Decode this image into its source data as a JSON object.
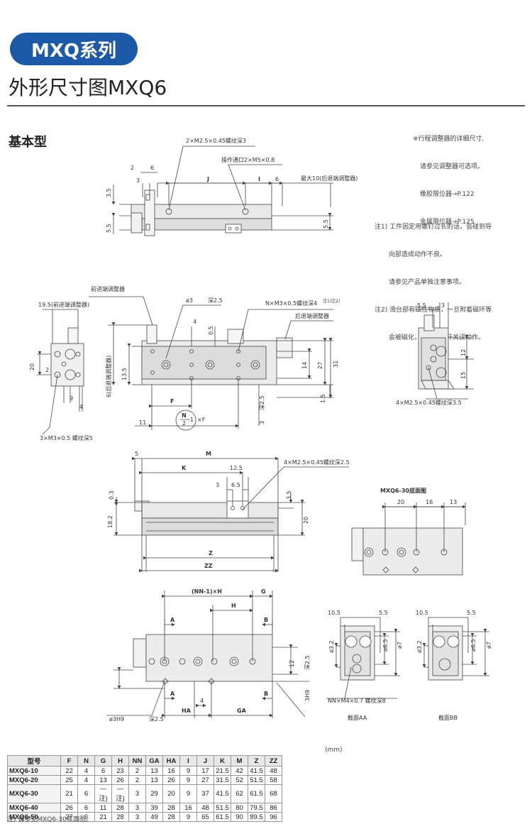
{
  "header": {
    "series": "MXQ系列",
    "title": "外形尺寸图MXQ6"
  },
  "section": "基本型",
  "notes": {
    "top_right": [
      "※行程调整器的详细尺寸,",
      "请参见调整器可选项。",
      "橡胶限位器→P.122",
      "金属限位器→P.125"
    ],
    "side": [
      "注1) 工件固定用螺钉过长的话，会碰到导",
      "向部造成动作不良。",
      "请参见产品单独注意事项。",
      "注2) 滑台部有磁性物质，一旦附着磁环等",
      "会被磁化，引起磁性开关误动作。"
    ]
  },
  "labels": {
    "v1_thread": "2×M2.5×0.45螺纹深3",
    "v1_port": "操作通口2×M5×0.8",
    "v1_max": "最大10(后退端调整器)",
    "v1_2": "2",
    "v1_6": "6",
    "v1_3": "3",
    "v1_J": "J",
    "v1_I": "I",
    "v1_6b": "6",
    "v1_35": "3.5",
    "v1_55": "5.5",
    "v1_55b": "5.5",
    "v2_front_adj": "前进端调整器",
    "v2_195": "19.5(前进端调整器)",
    "v2_o3": "ø3",
    "v2_deep25": "深2.5",
    "v2_nm": "N×M3×0.5螺纹深4",
    "v2_nm_note": "注1)注2)",
    "v2_rear_adj": "后退端调整器",
    "v2_20": "20",
    "v2_2": "2",
    "v2_9": "9",
    "v2_4": "4",
    "v2_4b": "4",
    "v2_05": "0.5",
    "v2_135": "13.5",
    "v2_6adj": "6(后退端调整器)",
    "v2_F": "F",
    "v2_11": "11",
    "v2_formula": "×F",
    "v2_N": "N",
    "v2_2b": "2",
    "v2_minus1": "-1",
    "v2_15": "1.5",
    "v2_14": "14",
    "v2_27": "27",
    "v2_31": "31",
    "v2_3h9": "3",
    "v2_deep25b": "深2.5",
    "v2_m3": "3×M3×0.5 螺纹深5",
    "v3_55": "5.5",
    "v3_3": "3",
    "v3_12": "12",
    "v3_15": "15",
    "v3_thread": "4×M2.5×0.45螺纹深3.5",
    "v4_5": "5",
    "v4_M": "M",
    "v4_K": "K",
    "v4_125": "12.5",
    "v4_3": "3",
    "v4_65": "6.5",
    "v4_thread": "4×M2.5×0.45螺纹深2.5",
    "v4_03": "0.3",
    "v4_182": "18.2",
    "v4_35": "3.5",
    "v4_20": "20",
    "v4_Z": "Z",
    "v4_ZZ": "ZZ",
    "v5_title": "MXQ6-30底面图",
    "v5_20": "20",
    "v5_16": "16",
    "v5_13": "13",
    "v6_nnh": "(NN-1)×H",
    "v6_G": "G",
    "v6_H": "H",
    "v6_A": "A",
    "v6_B": "B",
    "v6_A2": "A",
    "v6_B2": "B",
    "v6_4": "4",
    "v6_HA": "HA",
    "v6_GA": "GA",
    "v6_12": "12",
    "v6_3h9": "3H9",
    "v6_deep25": "深2.5",
    "v6_o3h9": "ø3H9",
    "v6_deep25b": "深2.5",
    "v7_105": "10.5",
    "v7_55": "5.5",
    "v7_o32": "ø3.2",
    "v7_o65": "ø6.5",
    "v7_o7": "ø7",
    "v7_nn": "NN×M4×0.7 螺纹深8",
    "v7_aa": "截面AA",
    "v8_105": "10.5",
    "v8_55": "5.5",
    "v8_o32": "ø3.2",
    "v8_o65": "ø6.5",
    "v8_o7": "ø7",
    "v8_bb": "截面BB"
  },
  "table": {
    "unit": "(mm)",
    "columns": [
      "型号",
      "F",
      "N",
      "G",
      "H",
      "NN",
      "GA",
      "HA",
      "I",
      "J",
      "K",
      "M",
      "Z",
      "ZZ"
    ],
    "rows": [
      [
        "MXQ6-10",
        "22",
        "4",
        "6",
        "23",
        "2",
        "13",
        "16",
        "9",
        "17",
        "21.5",
        "42",
        "41.5",
        "48"
      ],
      [
        "MXQ6-20",
        "25",
        "4",
        "13",
        "26",
        "2",
        "13",
        "26",
        "9",
        "27",
        "31.5",
        "52",
        "51.5",
        "58"
      ],
      [
        "MXQ6-30",
        "21",
        "6",
        "—注)",
        "—注)",
        "3",
        "29",
        "20",
        "9",
        "37",
        "41.5",
        "62",
        "61.5",
        "68"
      ],
      [
        "MXQ6-40",
        "26",
        "6",
        "11",
        "28",
        "3",
        "39",
        "28",
        "16",
        "48",
        "51.5",
        "80",
        "79.5",
        "86"
      ],
      [
        "MXQ6-50",
        "27",
        "6",
        "21",
        "28",
        "3",
        "49",
        "28",
        "9",
        "65",
        "61.5",
        "90",
        "89.5",
        "96"
      ]
    ],
    "footnote": "注) 请参见MXQ6-30底面图。"
  }
}
